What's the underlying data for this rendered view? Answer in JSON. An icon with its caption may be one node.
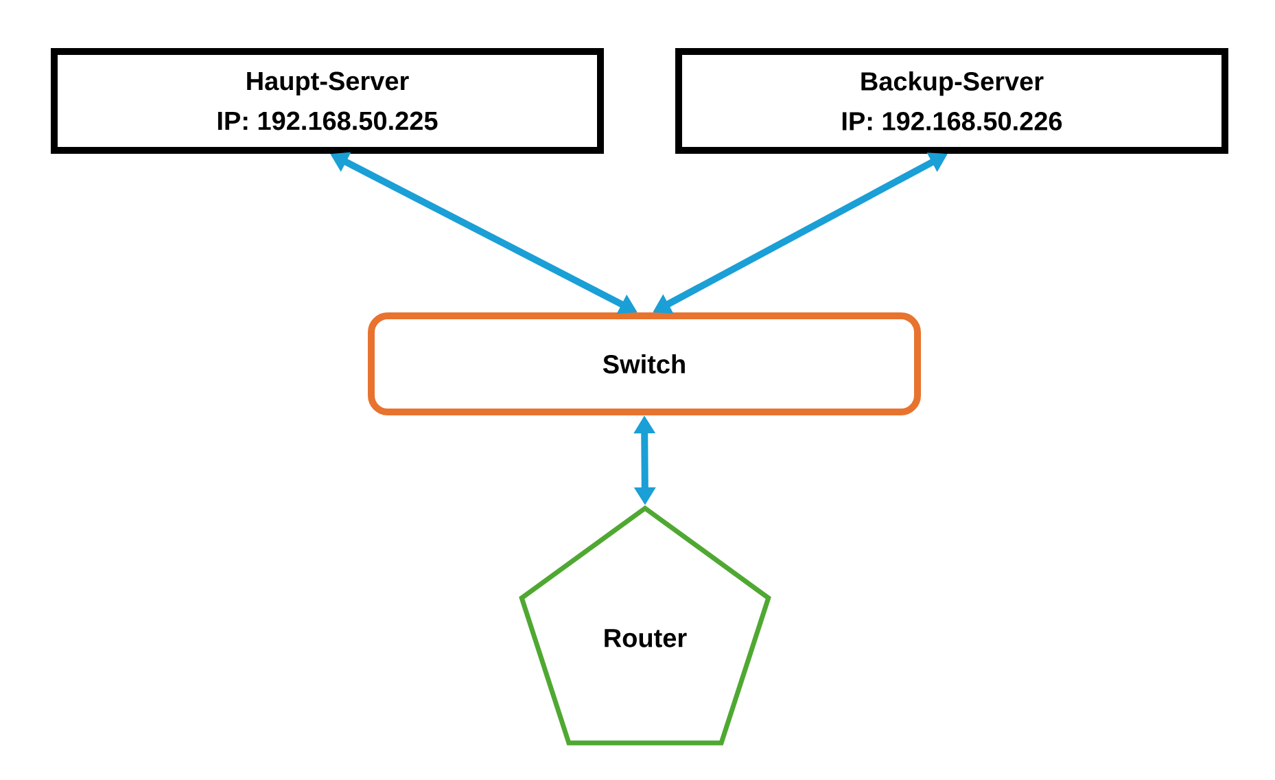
{
  "diagram": {
    "nodes": [
      {
        "text": [
          "Haupt-Server",
          "IP: 192.168.50.225"
        ]
      },
      {
        "text": [
          "Backup-Server",
          "IP: 192.168.50.226"
        ]
      },
      {
        "text": [
          "Switch"
        ]
      },
      {
        "text": [
          "Router"
        ]
      }
    ],
    "edges": [
      {
        "from": 0,
        "to": 2,
        "arrow": "both"
      },
      {
        "from": 1,
        "to": 2,
        "arrow": "both"
      },
      {
        "from": 2,
        "to": 3,
        "arrow": "both"
      }
    ]
  }
}
